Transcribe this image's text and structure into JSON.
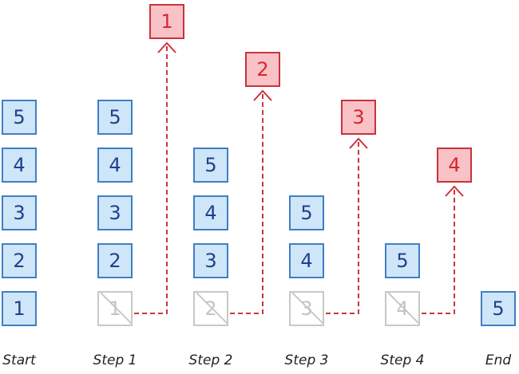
{
  "columns": [
    {
      "label": "Start",
      "stack": [
        "1",
        "2",
        "3",
        "4",
        "5"
      ],
      "popped": null
    },
    {
      "label": "Step 1",
      "stack": [
        "2",
        "3",
        "4",
        "5"
      ],
      "popped": "1"
    },
    {
      "label": "Step 2",
      "stack": [
        "3",
        "4",
        "5"
      ],
      "popped": "2"
    },
    {
      "label": "Step 3",
      "stack": [
        "4",
        "5"
      ],
      "popped": "3"
    },
    {
      "label": "Step 4",
      "stack": [
        "5"
      ],
      "popped": "4"
    },
    {
      "label": "End",
      "stack": [
        "5"
      ],
      "popped": null
    }
  ],
  "colors": {
    "stack_fill": "#cfe6f8",
    "stack_border": "#3f7ec6",
    "stack_text": "#1f3f8f",
    "popped_fill": "#f9c2c6",
    "popped_border": "#c8333c",
    "popped_text": "#d8252e",
    "removed_border": "#c8c8c8",
    "arrow": "#d0343c"
  }
}
